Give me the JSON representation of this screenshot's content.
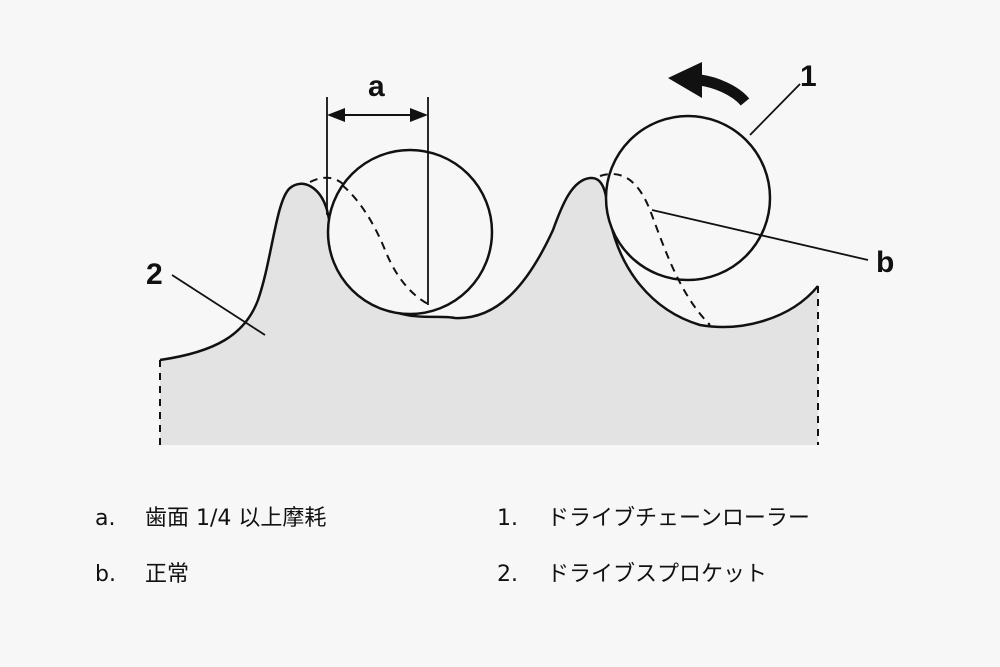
{
  "labels": {
    "a": "a",
    "b": "b",
    "one": "1",
    "two": "2"
  },
  "legend": [
    {
      "key": "a.",
      "text": "歯面 1/4 以上摩耗"
    },
    {
      "key": "b.",
      "text": "正常"
    },
    {
      "key": "1.",
      "text": "ドライブチェーンローラー"
    },
    {
      "key": "2.",
      "text": "ドライブスプロケット"
    }
  ],
  "colors": {
    "sprocket_fill": "#e3e3e3",
    "line": "#111111",
    "background": "#f7f7f7"
  }
}
